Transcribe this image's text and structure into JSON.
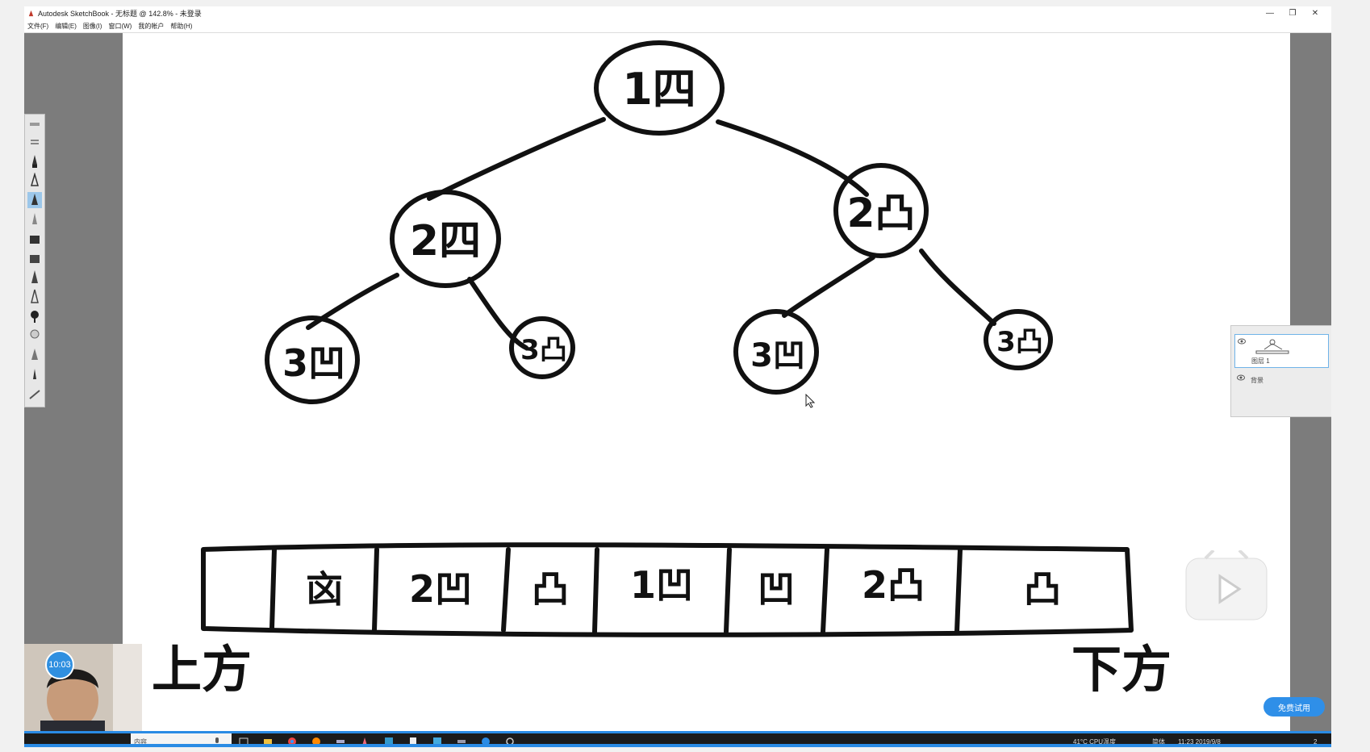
{
  "window": {
    "title": "Autodesk SketchBook - 无标题 @ 142.8% - 未登录",
    "controls": {
      "minimize": "—",
      "maximize": "❐",
      "close": "✕"
    }
  },
  "menu": {
    "items": [
      "文件(F)",
      "编辑(E)",
      "图像(I)",
      "窗口(W)",
      "我的帐户",
      "帮助(H)"
    ]
  },
  "drawing": {
    "tree_nodes": [
      "1四",
      "2四",
      "2凸",
      "3凹",
      "3凸",
      "3凹",
      "3凸"
    ],
    "array_cells": [
      "",
      "㐫",
      "2凹",
      "凸",
      "1凹",
      "凹",
      "2凸",
      "凸"
    ],
    "left_label": "上方",
    "right_label": "下方"
  },
  "layers": {
    "items": [
      "图层 1",
      "背景"
    ]
  },
  "overlay": {
    "timer": "10:03",
    "trial_button": "免费试用"
  },
  "taskbar": {
    "search_text": "内容",
    "temperature": "41°C",
    "cpu_label": "CPU温度",
    "ime": "简体",
    "time": "11:23",
    "date": "2019/9/8",
    "notification_count": "2"
  },
  "colors": {
    "accent": "#2a8be4",
    "canvas": "#ffffff",
    "workspace": "#7c7c7c",
    "ink": "#111111"
  }
}
